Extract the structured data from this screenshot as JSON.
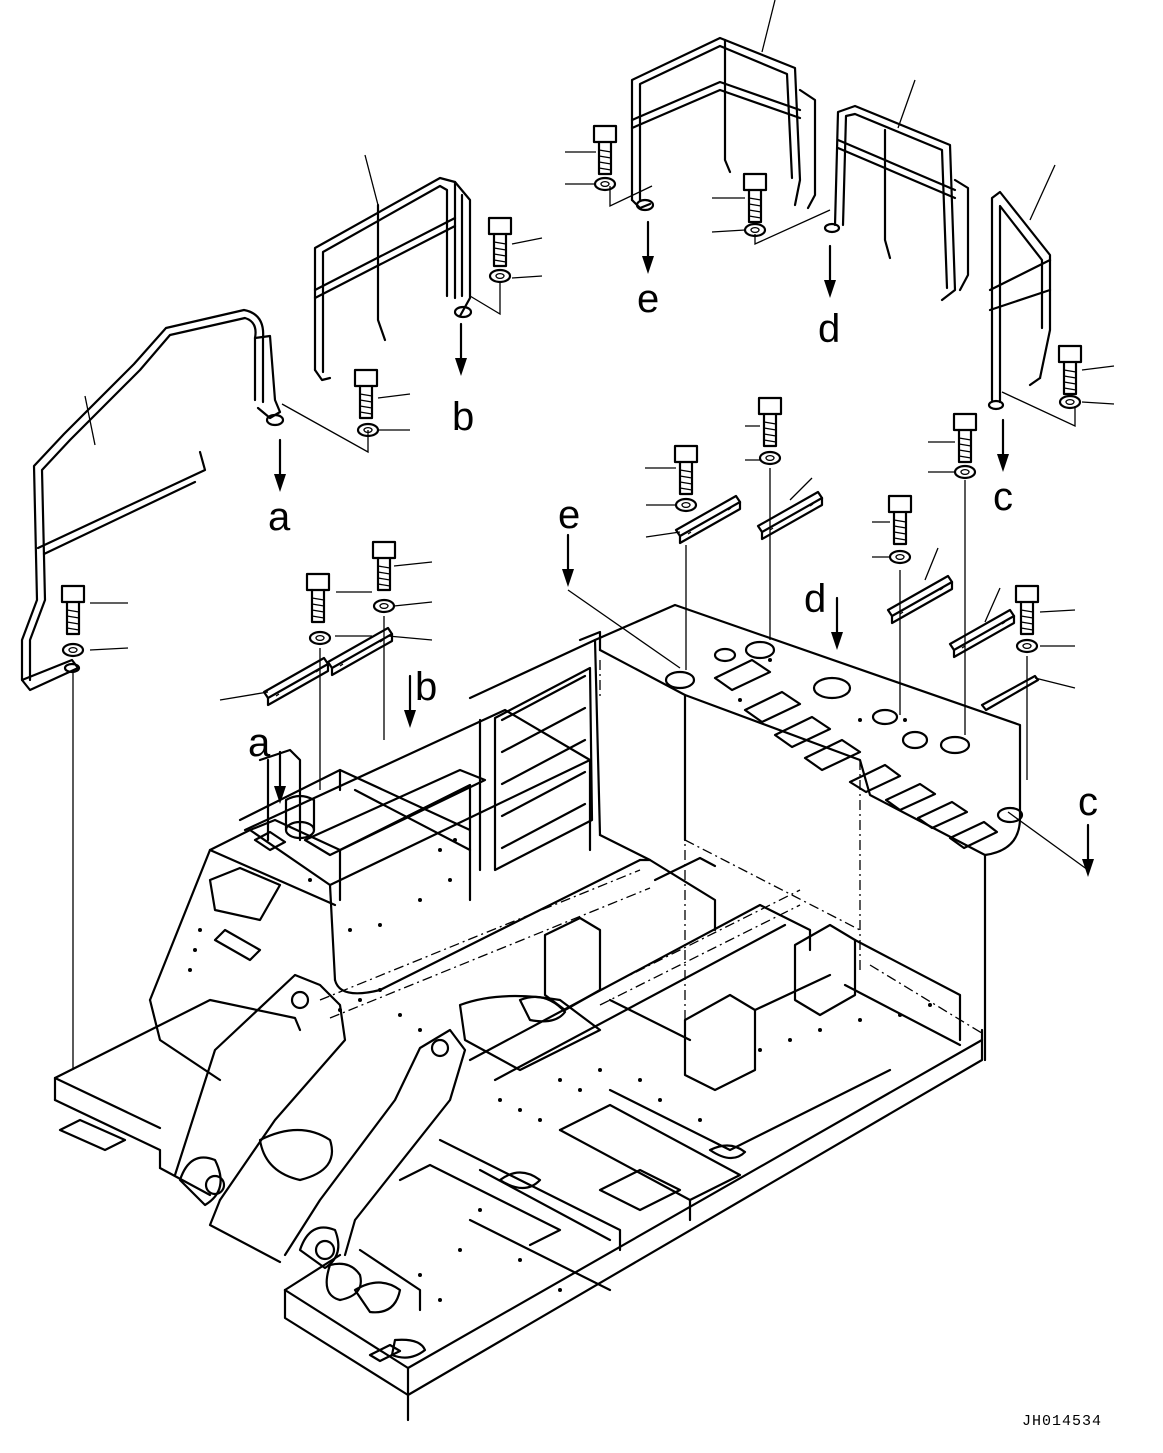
{
  "labels": {
    "a": "a",
    "b": "b",
    "c": "c",
    "d": "d",
    "e": "e"
  },
  "drawing_code": "JH014534"
}
